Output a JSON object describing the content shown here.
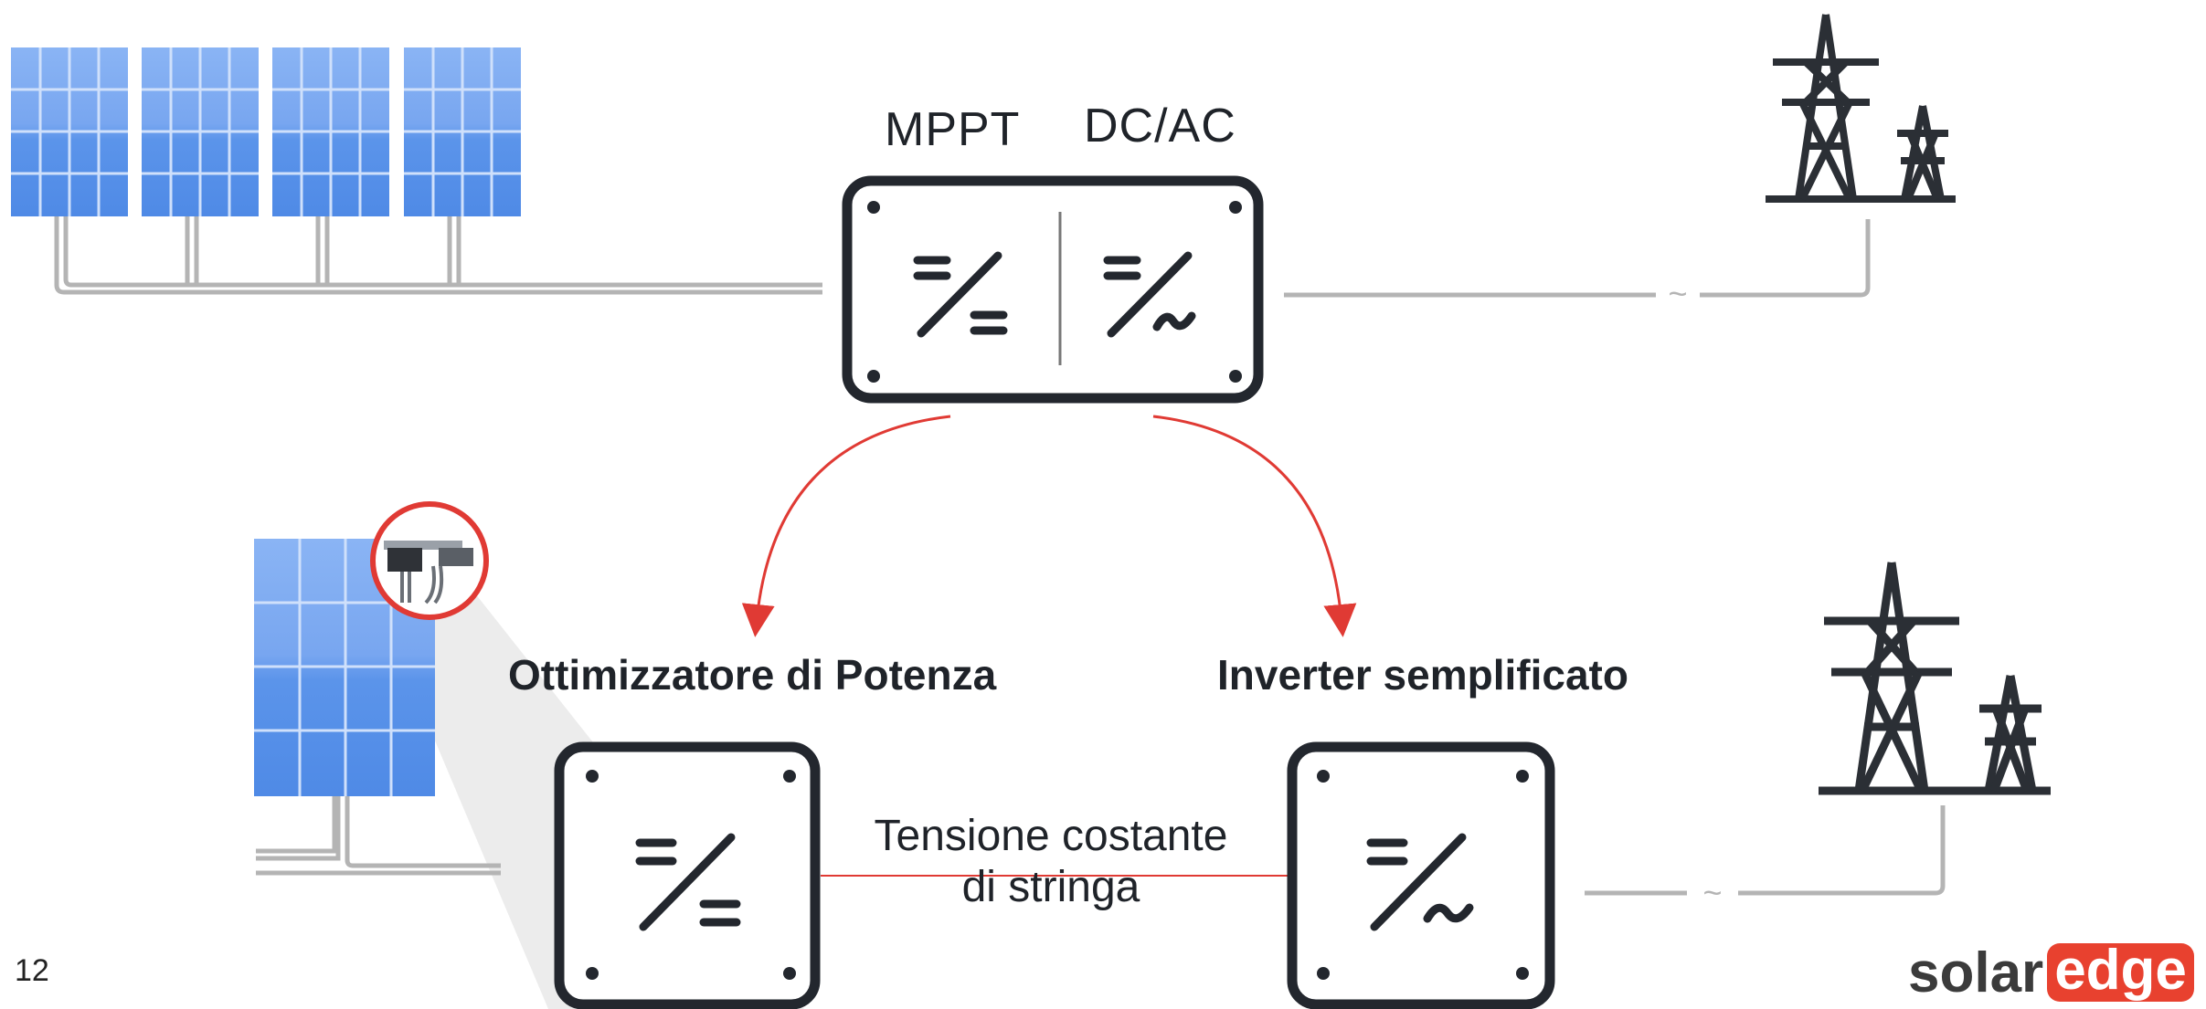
{
  "header": {
    "mppt": "MPPT",
    "dcac": "DC/AC"
  },
  "labels": {
    "optimizer": "Ottimizzatore di Potenza",
    "inverter": "Inverter semplificato",
    "constant_voltage_line1": "Tensione costante",
    "constant_voltage_line2": "di stringa"
  },
  "symbols": {
    "ac_tilde": "~"
  },
  "footer": {
    "page_number": "12",
    "logo_part1": "solar",
    "logo_part2": "edge"
  },
  "colors": {
    "panel": "#5b94ea",
    "panel_light": "#8ab4f4",
    "box_stroke": "#23272e",
    "arrow": "#e03a34",
    "wire": "#b4b4b4",
    "logo_red": "#e8412f"
  }
}
